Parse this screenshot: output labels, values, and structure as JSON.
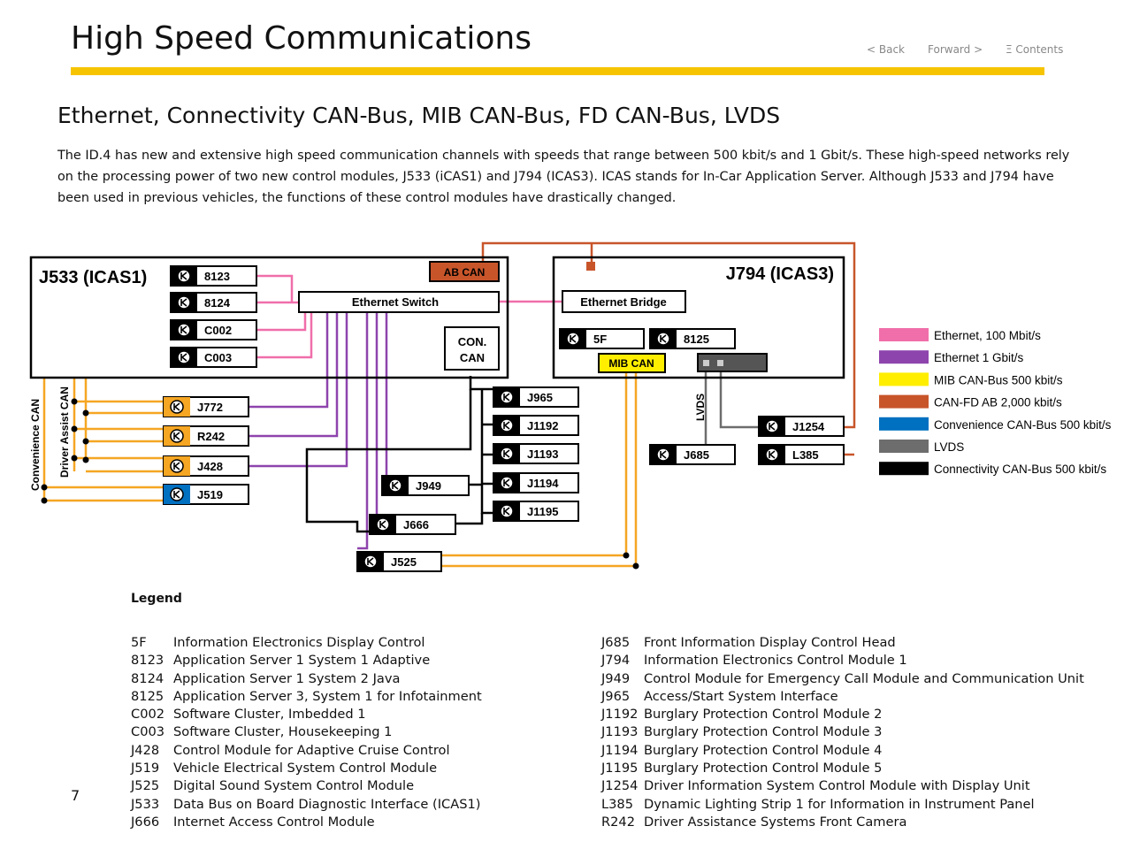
{
  "header": {
    "title": "High Speed Communications",
    "nav_back": "< Back",
    "nav_forward": "Forward >",
    "nav_contents": "Ξ Contents"
  },
  "subtitle": "Ethernet, Connectivity CAN-Bus, MIB CAN-Bus, FD CAN-Bus, LVDS",
  "intro": "The ID.4 has new and extensive high speed communication channels with speeds that range between 500 kbit/s and 1 Gbit/s.  These high-speed networks rely on the processing power of two new control modules, J533 (iCAS1) and J794 (ICAS3).  ICAS stands for In-Car Application Server.  Although J533 and J794 have been used in previous vehicles, the functions of these control modules have drastically changed.",
  "diagram": {
    "j533_title": "J533 (ICAS1)",
    "j794_title": "J794 (ICAS3)",
    "ab_can": "AB CAN",
    "ethernet_switch": "Ethernet Switch",
    "ethernet_bridge": "Ethernet Bridge",
    "con_can_1": "CON.",
    "con_can_2": "CAN",
    "mib_can": "MIB CAN",
    "lvds": "LVDS",
    "convenience_can": "Convenience CAN",
    "driver_assist_can": "Driver Assist CAN",
    "modules": {
      "m8123": "8123",
      "m8124": "8124",
      "c002": "C002",
      "c003": "C003",
      "m5f": "5F",
      "m8125": "8125",
      "j772": "J772",
      "r242": "R242",
      "j428": "J428",
      "j519": "J519",
      "j949": "J949",
      "j666": "J666",
      "j525": "J525",
      "j965": "J965",
      "j1192": "J1192",
      "j1193": "J1193",
      "j1194": "J1194",
      "j1195": "J1195",
      "j685": "J685",
      "j1254": "J1254",
      "l385": "L385"
    },
    "colors": {
      "ethernet_100": "#f06eaa",
      "ethernet_1g": "#8e44ad",
      "mib_can": "#ffee00",
      "can_fd_ab": "#c8552a",
      "convenience_can": "#0070c0",
      "lvds": "#6d6d6d",
      "connectivity_can": "#000000",
      "driver_assist_can": "#f5a623"
    },
    "key": [
      {
        "label": "Ethernet, 100 Mbit/s",
        "color": "#f06eaa"
      },
      {
        "label": "Ethernet 1 Gbit/s",
        "color": "#8e44ad"
      },
      {
        "label": "MIB CAN-Bus 500 kbit/s",
        "color": "#ffee00"
      },
      {
        "label": "CAN-FD AB 2,000 kbit/s",
        "color": "#c8552a"
      },
      {
        "label": "Convenience CAN-Bus 500 kbit/s",
        "color": "#0070c0"
      },
      {
        "label": "LVDS",
        "color": "#6d6d6d"
      },
      {
        "label": "Connectivity CAN-Bus 500 kbit/s",
        "color": "#000000"
      }
    ]
  },
  "legend": {
    "heading": "Legend",
    "col1": [
      {
        "code": "5F",
        "desc": "Information Electronics Display Control"
      },
      {
        "code": "8123",
        "desc": "Application Server 1 System 1 Adaptive"
      },
      {
        "code": "8124",
        "desc": "Application Server 1 System 2 Java"
      },
      {
        "code": "8125",
        "desc": "Application Server 3, System 1 for Infotainment"
      },
      {
        "code": "C002",
        "desc": "Software Cluster, Imbedded 1"
      },
      {
        "code": "C003",
        "desc": "Software Cluster, Housekeeping 1"
      },
      {
        "code": "J428",
        "desc": "Control Module for Adaptive Cruise Control"
      },
      {
        "code": "J519",
        "desc": "Vehicle Electrical System Control Module"
      },
      {
        "code": "J525",
        "desc": "Digital Sound System Control Module"
      },
      {
        "code": "J533",
        "desc": "Data Bus on Board Diagnostic Interface (ICAS1)"
      },
      {
        "code": "J666",
        "desc": "Internet Access Control Module"
      }
    ],
    "col2": [
      {
        "code": "J685",
        "desc": "Front Information Display Control Head"
      },
      {
        "code": "J794",
        "desc": "Information Electronics Control Module 1"
      },
      {
        "code": "J949",
        "desc": "Control Module for Emergency Call Module and Communication Unit"
      },
      {
        "code": "J965",
        "desc": "Access/Start System Interface"
      },
      {
        "code": "J1192",
        "desc": "Burglary Protection Control Module 2"
      },
      {
        "code": "J1193",
        "desc": "Burglary Protection Control Module 3"
      },
      {
        "code": "J1194",
        "desc": "Burglary Protection Control Module 4"
      },
      {
        "code": "J1195",
        "desc": "Burglary Protection Control Module 5"
      },
      {
        "code": "J1254",
        "desc": "Driver Information System Control Module with Display Unit"
      },
      {
        "code": "L385",
        "desc": "Dynamic Lighting Strip 1 for Information in Instrument Panel"
      },
      {
        "code": "R242",
        "desc": "Driver Assistance Systems Front Camera"
      }
    ]
  },
  "page_number": "7"
}
